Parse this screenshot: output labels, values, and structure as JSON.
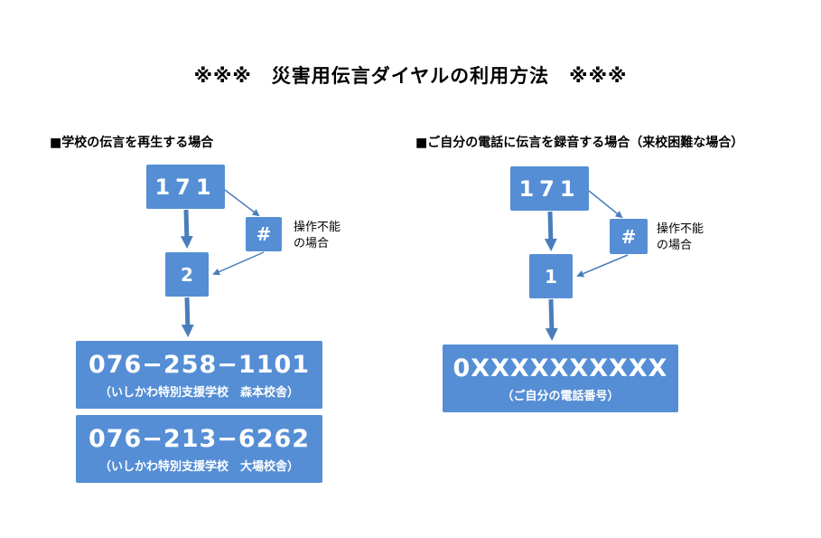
{
  "title": "※※※　災害用伝言ダイヤルの利用方法　※※※",
  "left": {
    "heading": "■学校の伝言を再生する場合",
    "dial": "171",
    "hash": "#",
    "note_line1": "操作不能",
    "note_line2": "の場合",
    "option": "2",
    "numbers": [
      {
        "number": "076−258−1101",
        "label": "（いしかわ特別支援学校　森本校舎）"
      },
      {
        "number": "076−213−6262",
        "label": "（いしかわ特別支援学校　大場校舎）"
      }
    ]
  },
  "right": {
    "heading": "■ご自分の電話に伝言を録音する場合（来校困難な場合）",
    "dial": "171",
    "hash": "#",
    "note_line1": "操作不能",
    "note_line2": "の場合",
    "option": "1",
    "number": "0XXXXXXXXXX",
    "label": "（ご自分の電話番号）"
  },
  "colors": {
    "box": "#558ed5",
    "arrow": "#4a7ebb"
  }
}
